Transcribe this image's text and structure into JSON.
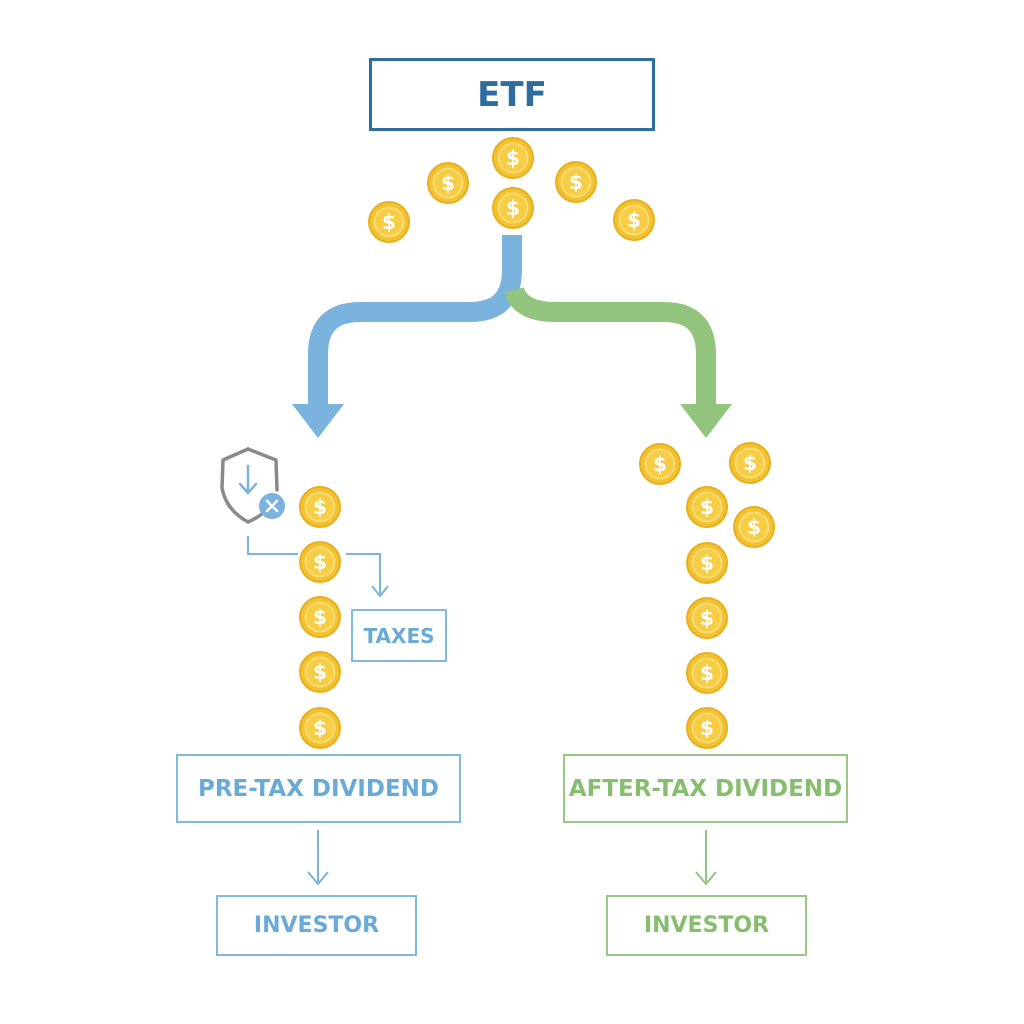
{
  "labels": {
    "etf": "ETF",
    "taxes": "TAXES",
    "pre_tax_dividend": "PRE-TAX DIVIDEND",
    "after_tax_dividend": "AFTER-TAX DIVIDEND",
    "investor_left": "INVESTOR",
    "investor_right": "INVESTOR"
  },
  "coin_symbol": "$",
  "icons": {
    "coin": "dollar-coin-icon",
    "tax_shield": "shield-download-x-icon"
  },
  "colors": {
    "etf": "#2f6d9e",
    "pre_tax": "#7ab3dd",
    "after_tax": "#93c47d",
    "coin_fill": "#f2c230",
    "coin_edge": "#e8b020",
    "coin_inner": "#f6cd45",
    "shield": "#8a8a8a"
  }
}
